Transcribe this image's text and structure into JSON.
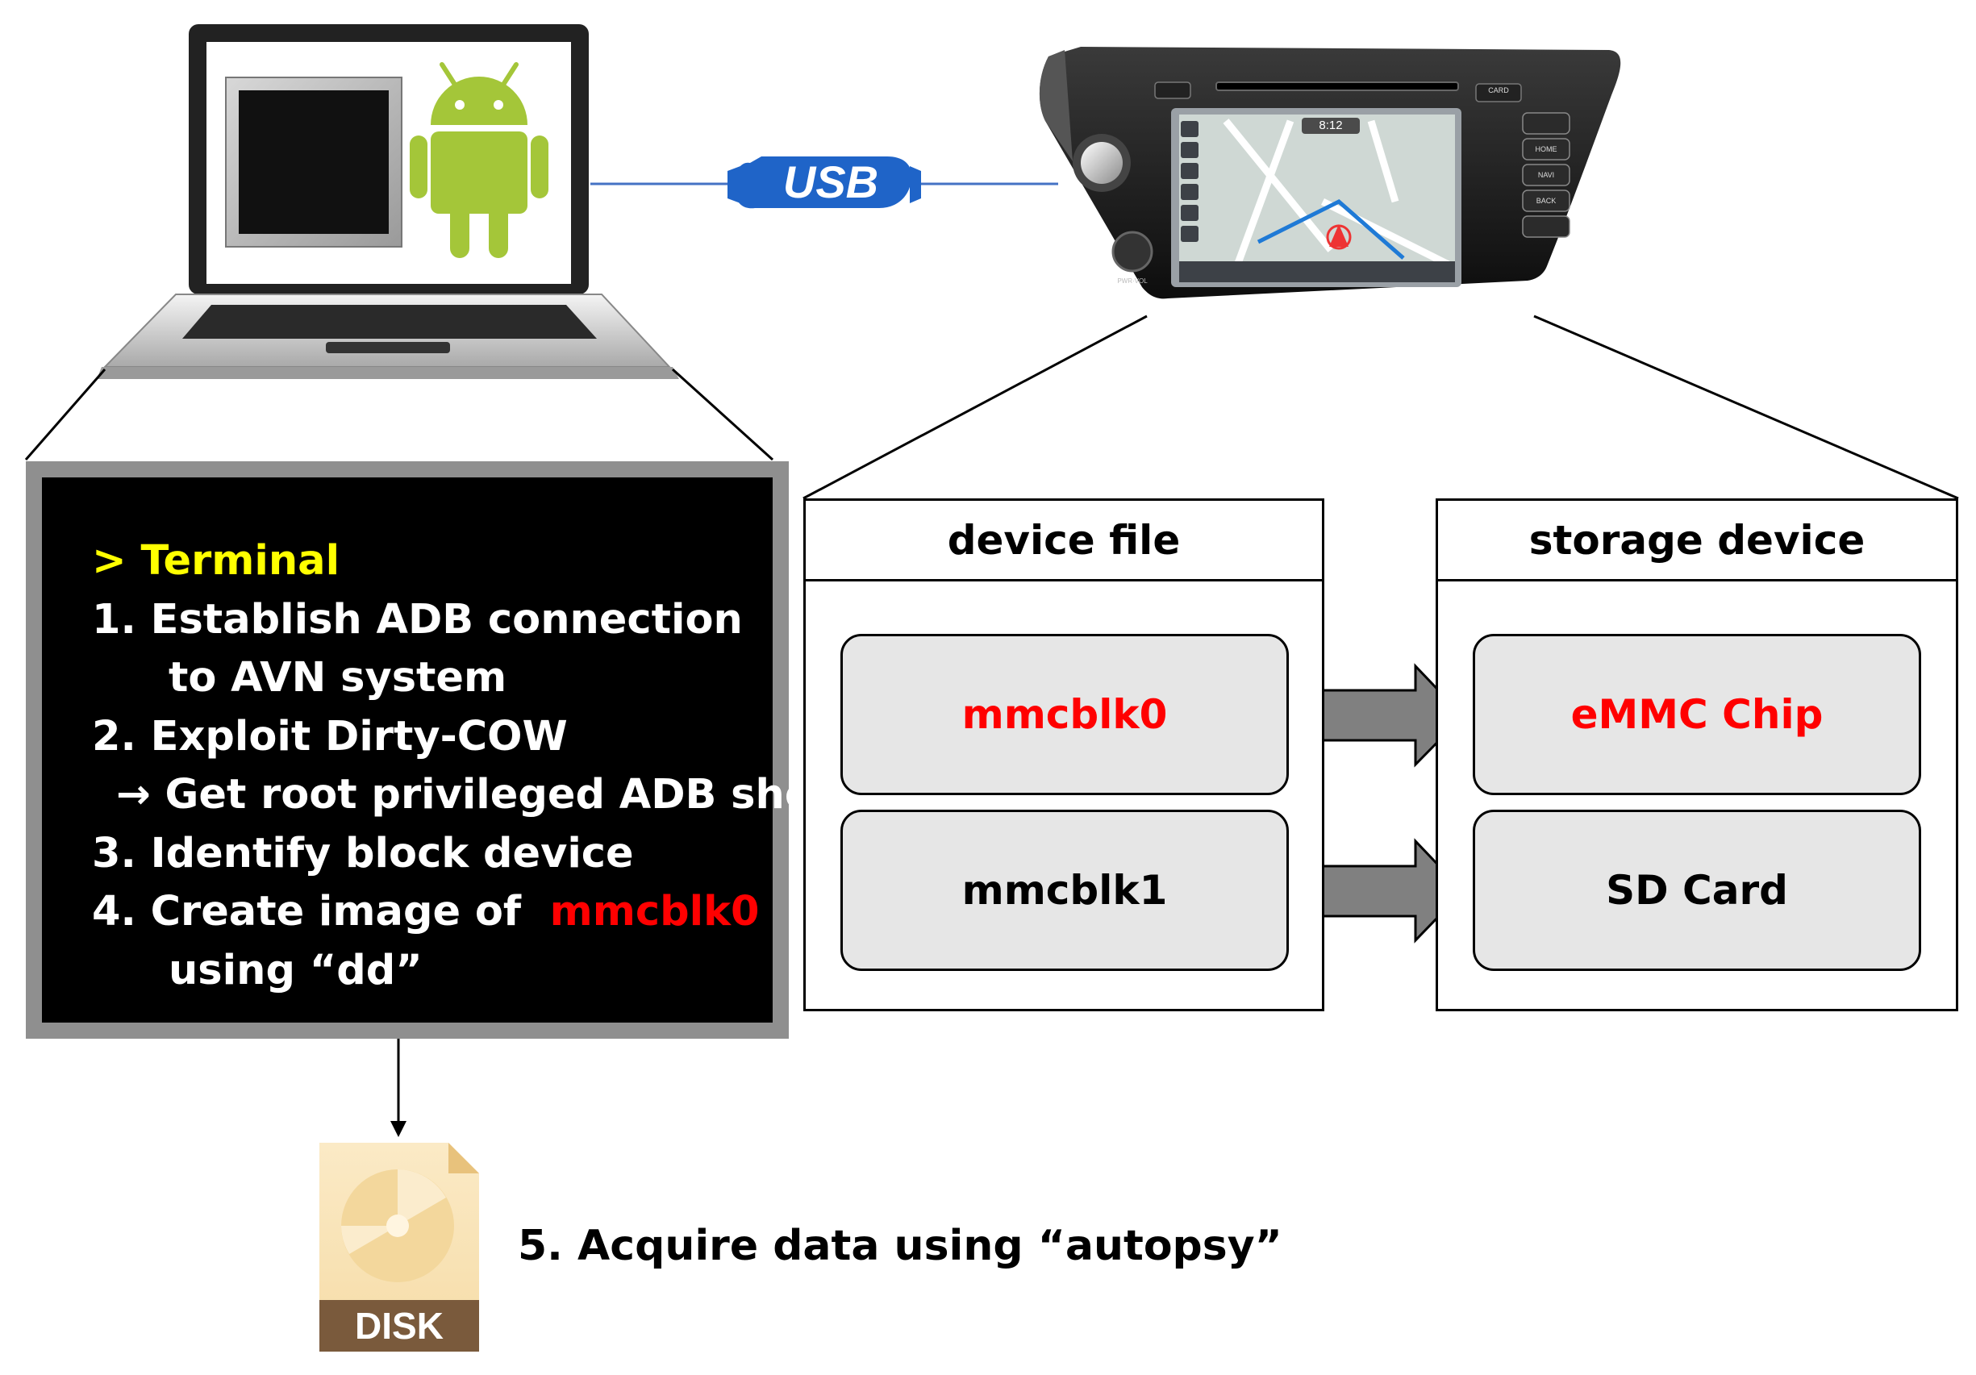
{
  "usb_label": "USB",
  "terminal": {
    "title": "> Terminal",
    "step1_line1": "1. Establish ADB connection",
    "step1_line2": "to AVN system",
    "step2_line1": "2. Exploit Dirty-COW",
    "step2_line2": "→ Get root privileged ADB shell",
    "step3": "3. Identify block device",
    "step4_prefix": "4. Create image of",
    "step4_highlight": "mmcblk0",
    "step4_line2": "using “dd”"
  },
  "device_file": {
    "header": "device file",
    "items": [
      "mmcblk0",
      "mmcblk1"
    ]
  },
  "storage_device": {
    "header": "storage device",
    "items": [
      "eMMC Chip",
      "SD Card"
    ]
  },
  "disk_label": "DISK",
  "step5": "5. Acquire data using “autopsy”",
  "avn_screen": {
    "clock": "8:12",
    "buttons": [
      "HOME",
      "NAVI",
      "BACK"
    ],
    "card_label": "CARD",
    "knob_label": "PWR·VOL"
  },
  "colors": {
    "highlight": "#ff0000",
    "terminal_title": "#ffff00",
    "usb_blue": "#1f64c8",
    "cell_fill": "#e6e6e6",
    "arrow_fill": "#808080"
  }
}
